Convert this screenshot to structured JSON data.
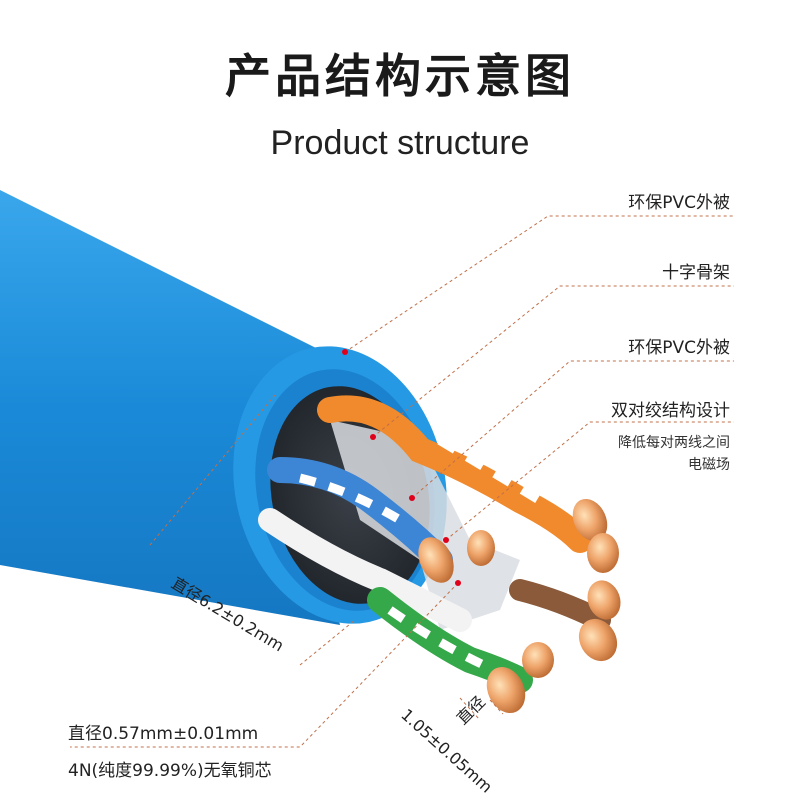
{
  "title": {
    "cn": "产品结构示意图",
    "en": "Product structure"
  },
  "callouts": {
    "outer_jacket": "环保PVC外被",
    "cross_frame": "十字骨架",
    "inner_jacket": "环保PVC外被",
    "twisted_pair": "双对绞结构设计",
    "twisted_pair_desc": [
      "降低每对两线之间",
      "电磁场"
    ]
  },
  "dimensions": {
    "cable_diameter": "直径6.2±0.2mm",
    "conductor_diameter": "直径0.57mm±0.01mm",
    "conductor_material": "4N(纯度99.99%)无氧铜芯",
    "wire_label": "直径",
    "wire_diameter": "1.05±0.05mm"
  },
  "colors": {
    "cable_blue": "#1d8fdc",
    "leader_line": "#c0704a",
    "marker_dot": "#e0001a",
    "copper": "#e8965a"
  }
}
